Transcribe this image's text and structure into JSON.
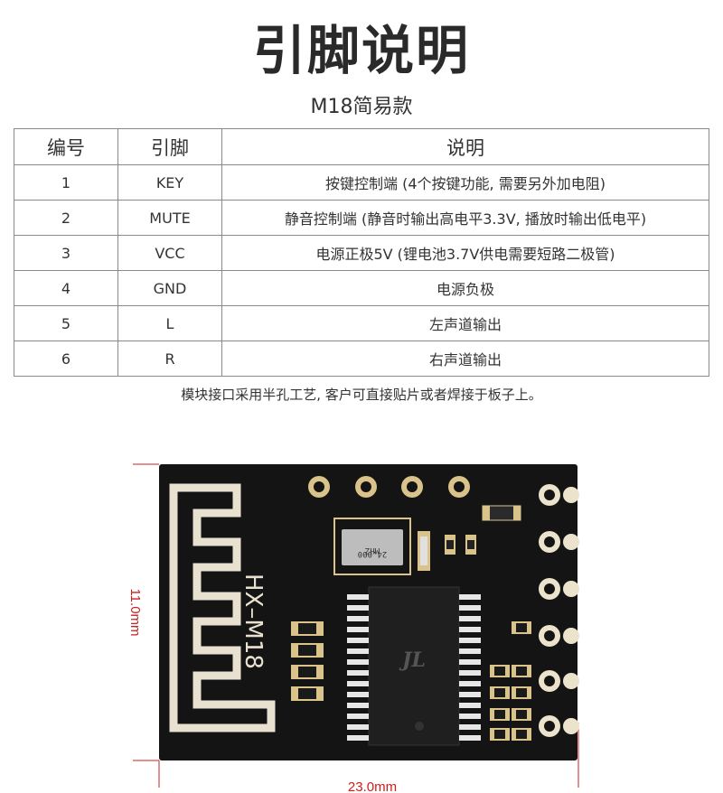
{
  "title": "引脚说明",
  "subtitle": "M18简易款",
  "table": {
    "headers": [
      "编号",
      "引脚",
      "说明"
    ],
    "rows": [
      [
        "1",
        "KEY",
        "按键控制端 (4个按键功能, 需要另外加电阻)"
      ],
      [
        "2",
        "MUTE",
        "静音控制端 (静音时输出高电平3.3V, 播放时输出低电平)"
      ],
      [
        "3",
        "VCC",
        "电源正极5V (锂电池3.7V供电需要短路二极管)"
      ],
      [
        "4",
        "GND",
        "电源负极"
      ],
      [
        "5",
        "L",
        "左声道输出"
      ],
      [
        "6",
        "R",
        "右声道输出"
      ]
    ]
  },
  "note": "模块接口采用半孔工艺, 客户可直接贴片或者焊接于板子上。",
  "board": {
    "silkscreen": "HX–M18",
    "crystal_label": "24.000",
    "crystal_unit": "MHZ",
    "chip_mark": "JL",
    "height_label": "11.0mm",
    "width_label": "23.0mm"
  },
  "colors": {
    "pcb": "#141414",
    "pad": "#d9c38a",
    "dimension": "#cc1f1f",
    "border": "#8a8a8a"
  }
}
